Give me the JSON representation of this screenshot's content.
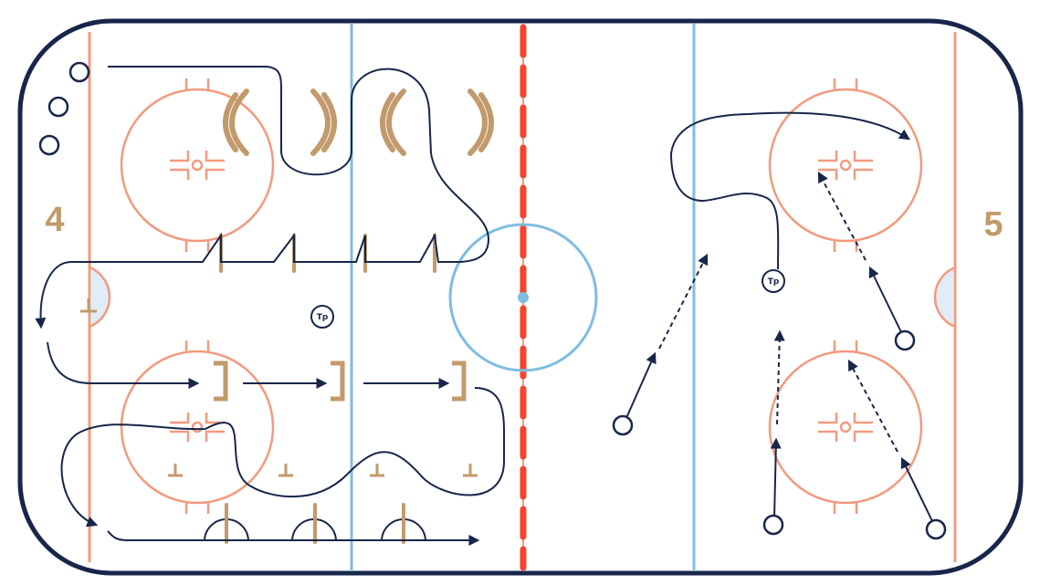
{
  "drill": {
    "left_station": "4",
    "right_station": "5",
    "coach_markers": [
      {
        "label": "Tp"
      },
      {
        "label": "Tp"
      }
    ]
  },
  "colors": {
    "boards": "#17264a",
    "red_line": "#f2442e",
    "blue_line": "#7fbde2",
    "faceoff": "#f39a7e",
    "crease_fill": "#e0edf7",
    "obstacle": "#c29a6b",
    "skater_path": "#17264a"
  },
  "icons": {
    "skater": "circle-icon",
    "coach": "tp-badge-icon",
    "crescent_obstacle": "crescent-icon",
    "bracket_obstacle": "bracket-icon",
    "cone": "cone-icon",
    "stick": "stick-icon"
  }
}
